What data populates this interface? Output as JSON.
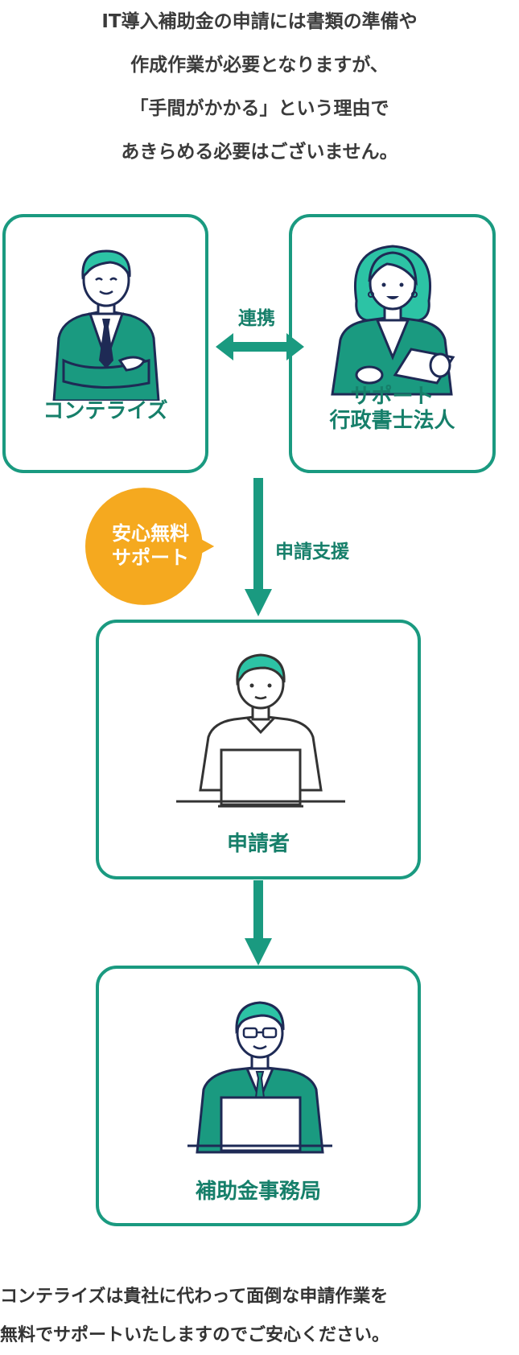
{
  "intro": {
    "lines": [
      "IT導入補助金の申請には書類の準備や",
      "作成作業が必要となりますが、",
      "「手間がかかる」という理由で",
      "あきらめる必要はございません。"
    ]
  },
  "nodes": {
    "contelize": {
      "label": "コンテライズ"
    },
    "support": {
      "label_lines": [
        "サポート",
        "行政書士法人"
      ]
    },
    "applicant": {
      "label": "申請者"
    },
    "office": {
      "label": "補助金事務局"
    }
  },
  "edges": {
    "cooperation": {
      "label": "連携"
    },
    "application_support": {
      "label": "申請支援"
    }
  },
  "bubble": {
    "lines": [
      "安心無料",
      "サポート"
    ],
    "color": "#f5a91f"
  },
  "outro": {
    "lines": [
      "コンテライズは貴社に代わって面倒な申請作業を",
      "無料でサポートいたしますのでご安心ください。"
    ]
  },
  "colors": {
    "accent": "#1a9a80",
    "accent_dark": "#167f6a",
    "suit": "#1a9a80",
    "navy": "#1e2a55"
  }
}
